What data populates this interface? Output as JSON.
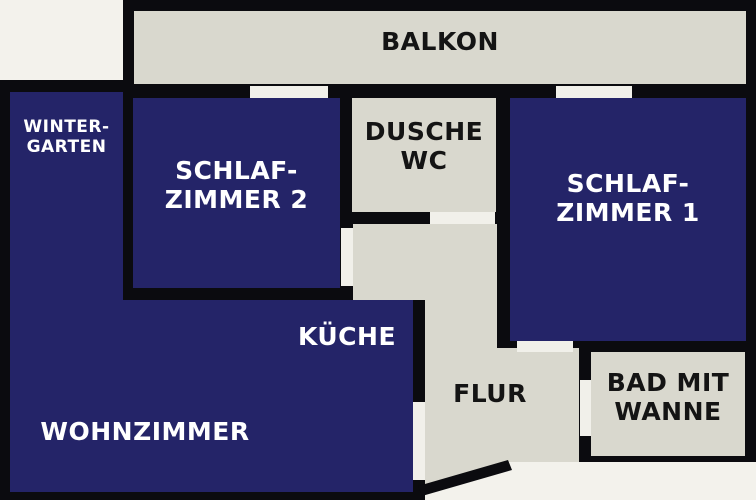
{
  "rooms": {
    "balkon": {
      "label": "BALKON"
    },
    "wintergarten": {
      "line1": "WINTER-",
      "line2": "GARTEN"
    },
    "schlafzimmer2": {
      "line1": "SCHLAF-",
      "line2": "ZIMMER 2"
    },
    "dusche_wc": {
      "line1": "DUSCHE",
      "line2": "WC"
    },
    "schlafzimmer1": {
      "line1": "SCHLAF-",
      "line2": "ZIMMER 1"
    },
    "kueche": {
      "label": "KÜCHE"
    },
    "flur": {
      "label": "FLUR"
    },
    "bad": {
      "line1": "BAD MIT",
      "line2": "WANNE"
    },
    "wohnzimmer": {
      "label": "WOHNZIMMER"
    }
  },
  "colors": {
    "room_dark": "#242468",
    "room_light": "#d9d8ce",
    "wall": "#0b0b0f",
    "background": "#f3f2ec"
  }
}
